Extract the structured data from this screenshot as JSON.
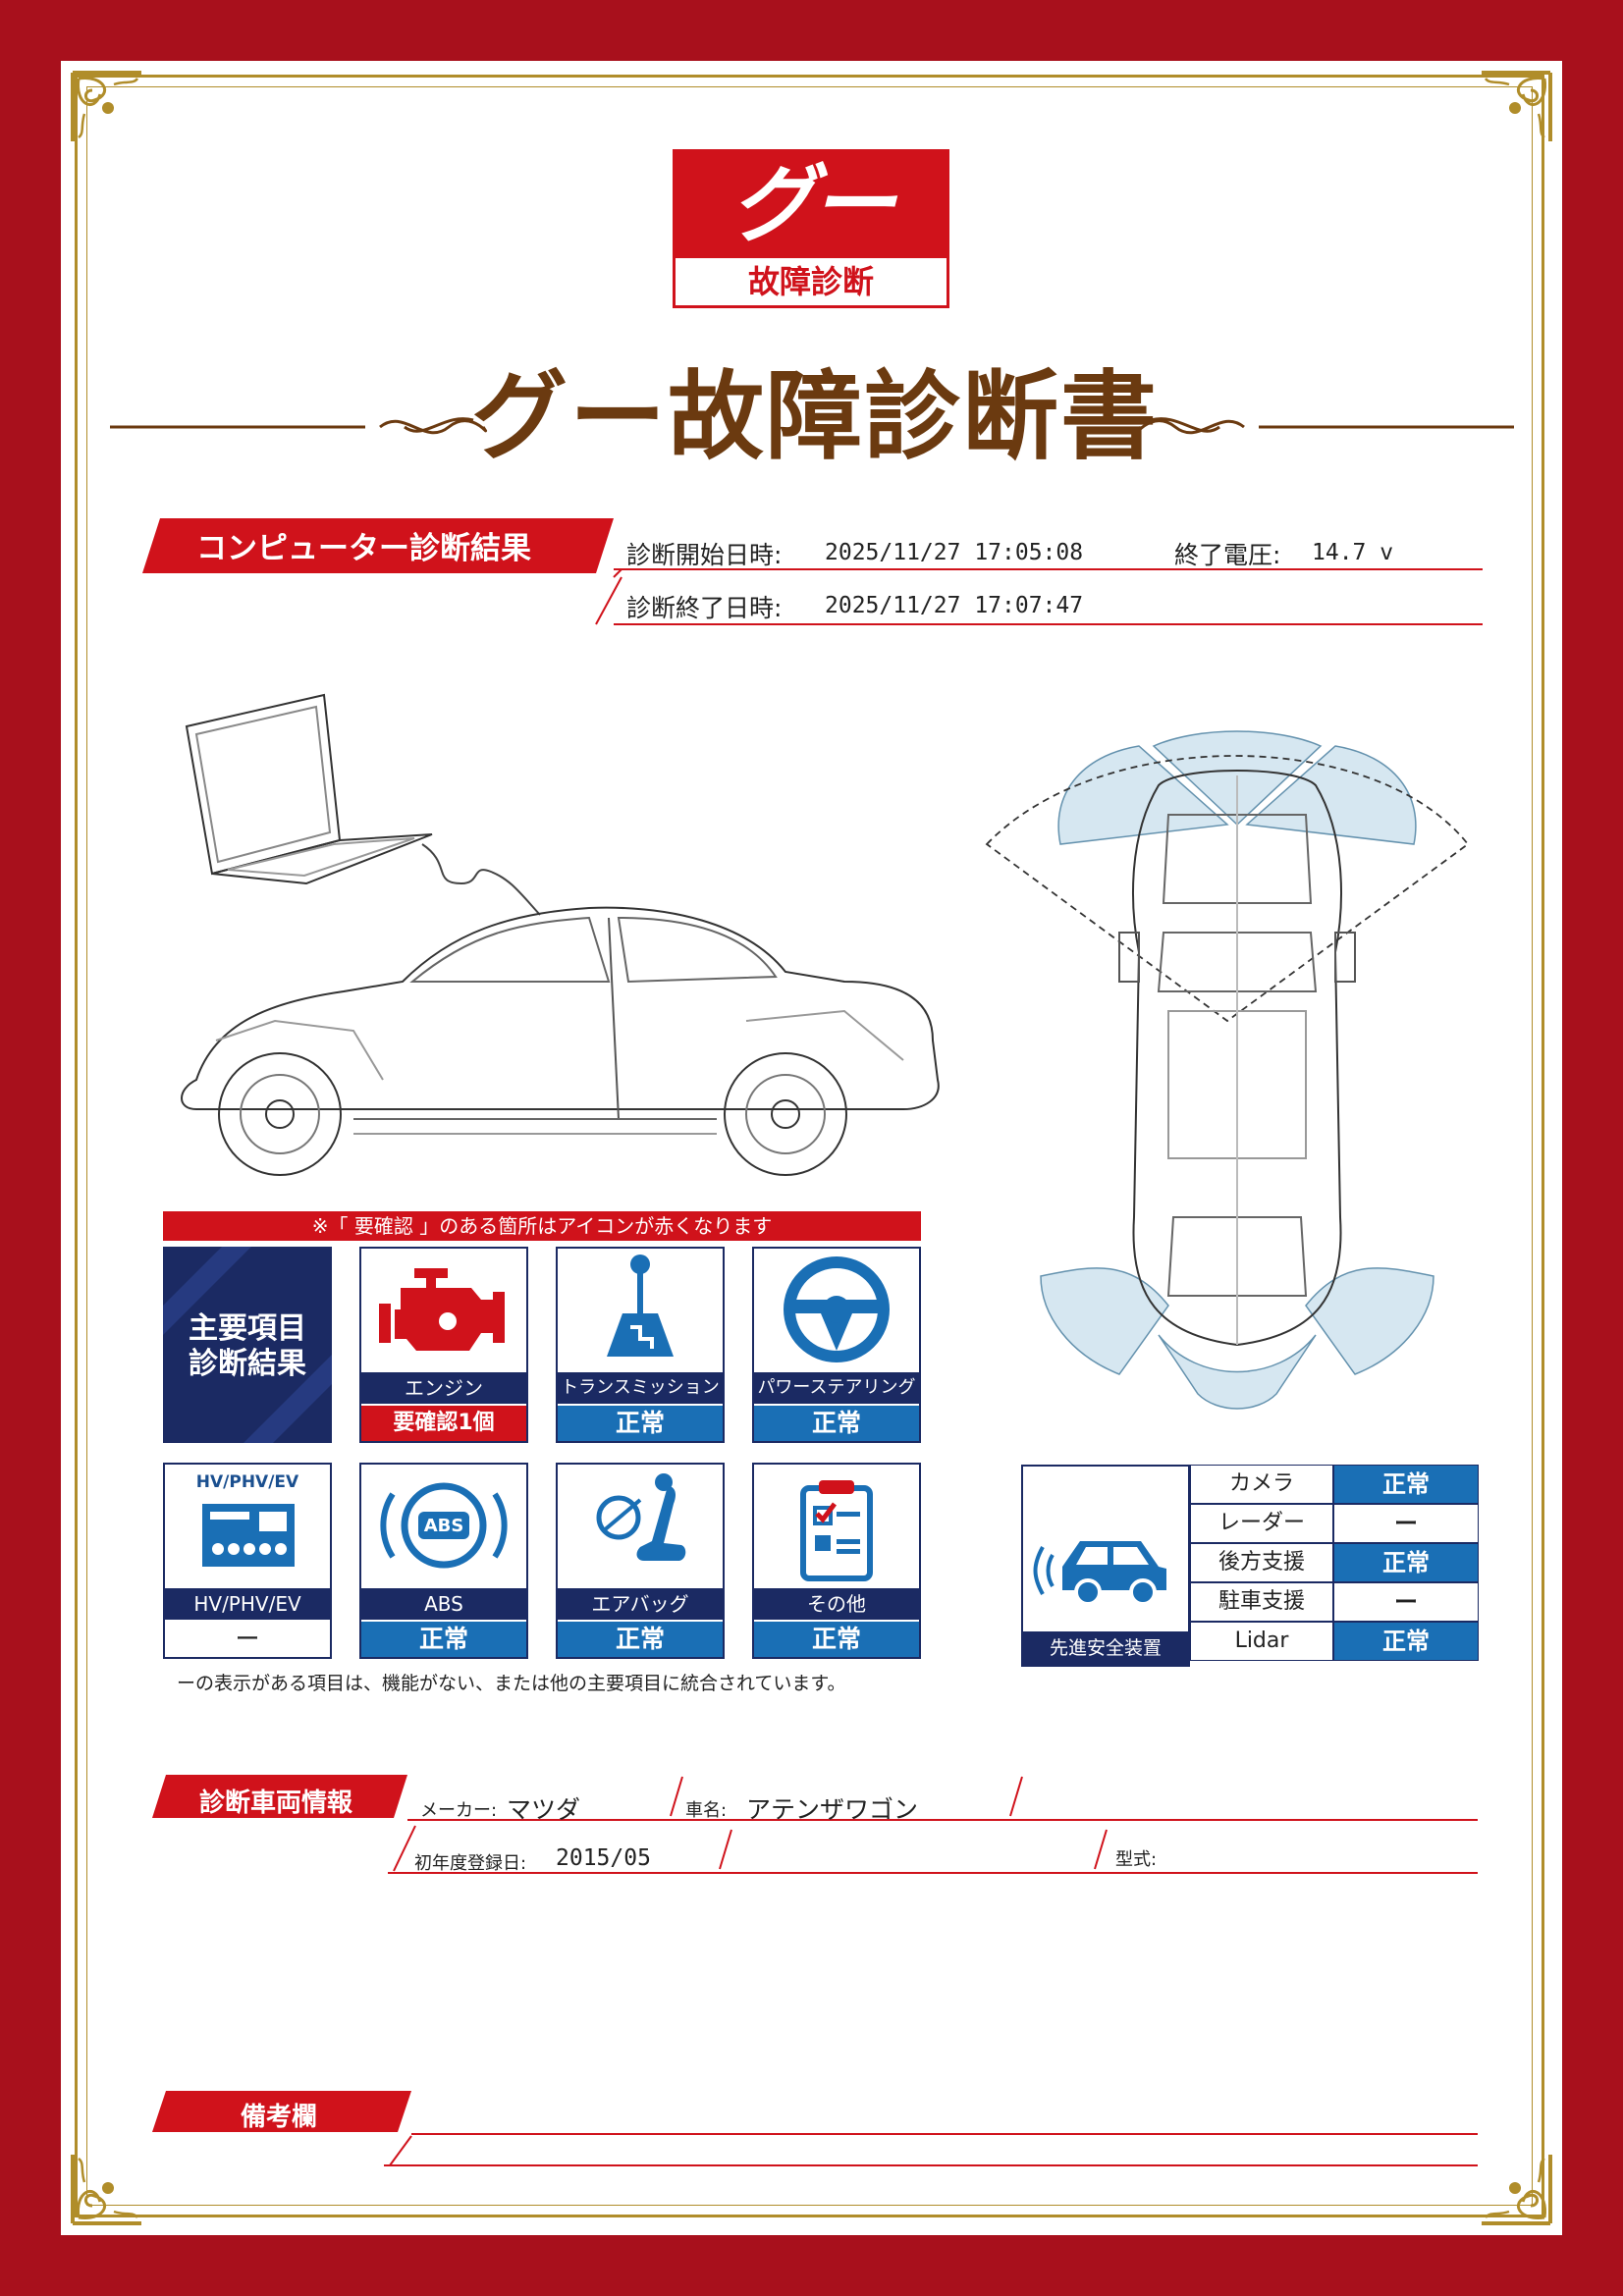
{
  "logo": {
    "mark": "グー",
    "subtitle": "故障診断"
  },
  "title": "グー故障診断書",
  "computer_diagnosis": {
    "section_label": "コンピューター診断結果",
    "start_label": "診断開始日時:",
    "start_value": "2025/11/27 17:05:08",
    "voltage_label": "終了電圧:",
    "voltage_value": "14.7 v",
    "end_label": "診断終了日時:",
    "end_value": "2025/11/27 17:07:47"
  },
  "note_bar": "※「 要確認 」のある箇所はアイコンが赤くなります",
  "main_items": {
    "title_line1": "主要項目",
    "title_line2": "診断結果",
    "cards": [
      {
        "name": "エンジン",
        "status": "要確認1個",
        "icon": "engine-icon"
      },
      {
        "name": "トランスミッション",
        "status": "正常",
        "icon": "gear-shift-icon"
      },
      {
        "name": "パワーステアリング",
        "status": "正常",
        "icon": "steering-wheel-icon"
      },
      {
        "name": "HV/PHV/EV",
        "status": "ー",
        "icon": "battery-ev-icon",
        "icon_text": "HV/PHV/EV"
      },
      {
        "name": "ABS",
        "status": "正常",
        "icon": "abs-icon",
        "icon_text": "ABS"
      },
      {
        "name": "エアバッグ",
        "status": "正常",
        "icon": "airbag-icon"
      },
      {
        "name": "その他",
        "status": "正常",
        "icon": "clipboard-icon"
      }
    ]
  },
  "footnote": "ーの表示がある項目は、機能がない、または他の主要項目に統合されています。",
  "adas": {
    "label": "先進安全装置",
    "rows": [
      {
        "name": "カメラ",
        "value": "正常"
      },
      {
        "name": "レーダー",
        "value": "ー"
      },
      {
        "name": "後方支援",
        "value": "正常"
      },
      {
        "name": "駐車支援",
        "value": "ー"
      },
      {
        "name": "Lidar",
        "value": "正常"
      }
    ]
  },
  "vehicle": {
    "section_label": "診断車両情報",
    "maker_label": "メーカー:",
    "maker_value": "マツダ",
    "car_name_label": "車名:",
    "car_name_value": "アテンザワゴン",
    "first_reg_label": "初年度登録日:",
    "first_reg_value": "2015/05",
    "model_label": "型式:",
    "model_value": ""
  },
  "remarks": {
    "section_label": "備考欄"
  },
  "colors": {
    "red": "#d0121b",
    "frame_red": "#a8101c",
    "navy": "#1b2a63",
    "blue": "#1a6fb5",
    "gold": "#b08d2a",
    "brown": "#6b3a10"
  }
}
